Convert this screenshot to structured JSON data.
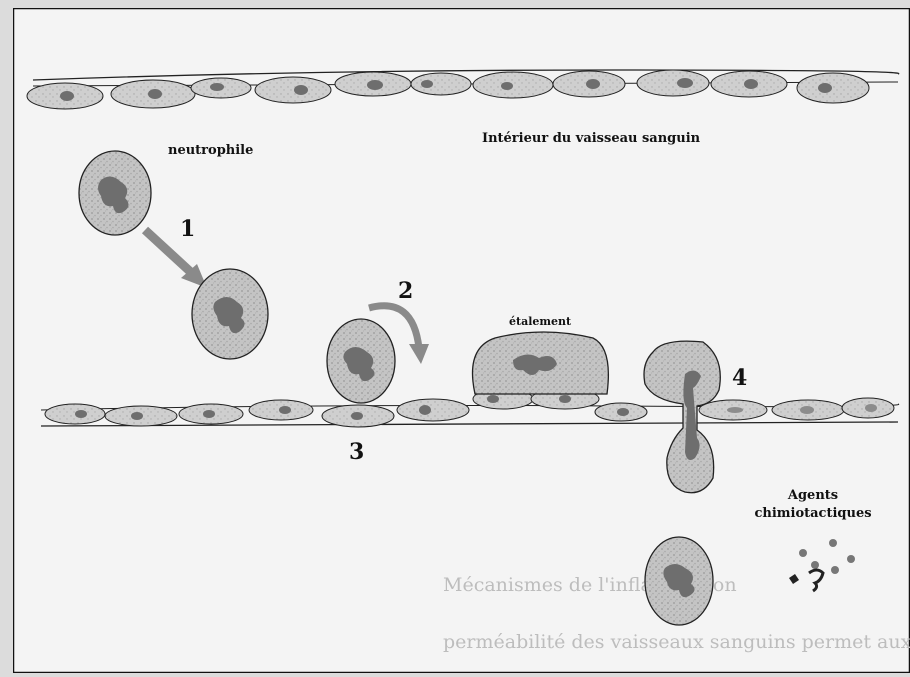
{
  "labels": {
    "neutrophil": "neutrophile",
    "vessel_interior": "Intérieur du vaisseau sanguin",
    "spreading": "étalement",
    "chemo_line1": "Agents",
    "chemo_line2": "chimiotactiques"
  },
  "steps": [
    "1",
    "2",
    "3",
    "4"
  ],
  "background_text": {
    "line1": "Mécanismes de l'inflammation",
    "line2": "perméabilité des vaisseaux sanguins permet aux leucocytes"
  },
  "colors": {
    "page": "#dcdcdc",
    "panel": "#f4f4f4",
    "cell_fill": "#c8c8c8",
    "nucleus": "#6e6e6e",
    "arrow": "#8a8a8a",
    "chemo_dot": "#777777"
  }
}
